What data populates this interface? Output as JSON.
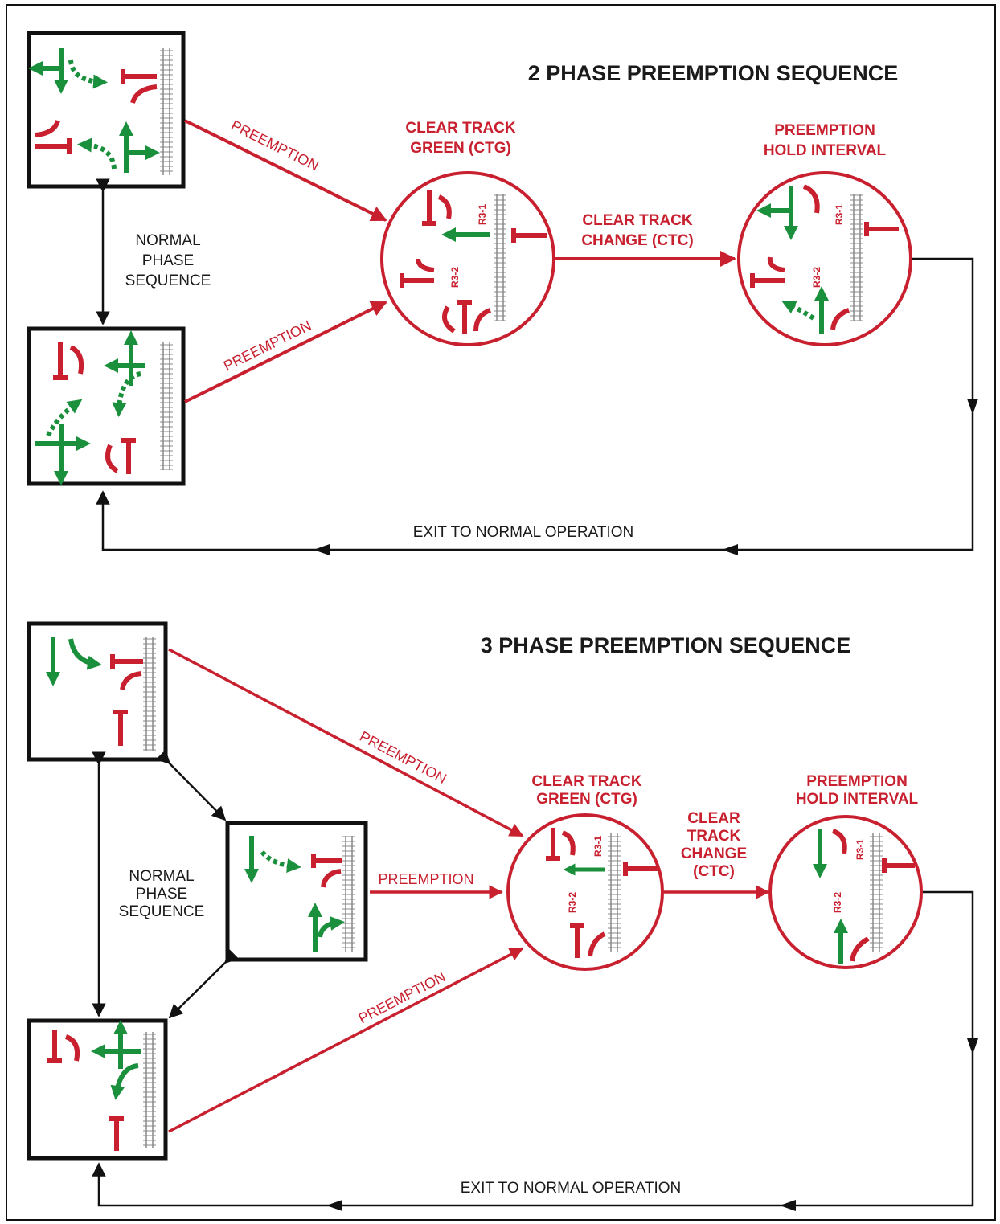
{
  "colors": {
    "red": "#c8202f",
    "green": "#1a8f3c",
    "black": "#111111",
    "rail": "#888888"
  },
  "top": {
    "title": "2 PHASE PREEMPTION SEQUENCE",
    "ctg_label_1": "CLEAR TRACK",
    "ctg_label_2": "GREEN (CTG)",
    "hold_label_1": "PREEMPTION",
    "hold_label_2": "HOLD INTERVAL",
    "ctc_label_1": "CLEAR TRACK",
    "ctc_label_2": "CHANGE (CTC)",
    "normal_1": "NORMAL",
    "normal_2": "PHASE",
    "normal_3": "SEQUENCE",
    "preemption_a": "PREEMPTION",
    "preemption_b": "PREEMPTION",
    "exit": "EXIT TO NORMAL OPERATION",
    "sign_r31": "R3-1",
    "sign_r32": "R3-2",
    "hold_sign_r31": "R3-1",
    "hold_sign_r32": "R3-2"
  },
  "bottom": {
    "title": "3 PHASE PREEMPTION SEQUENCE",
    "ctg_label_1": "CLEAR TRACK",
    "ctg_label_2": "GREEN (CTG)",
    "hold_label_1": "PREEMPTION",
    "hold_label_2": "HOLD INTERVAL",
    "ctc_label_1": "CLEAR",
    "ctc_label_2": "TRACK",
    "ctc_label_3": "CHANGE",
    "ctc_label_4": "(CTC)",
    "normal_1": "NORMAL",
    "normal_2": "PHASE",
    "normal_3": "SEQUENCE",
    "preemption_a": "PREEMPTION",
    "preemption_b": "PREEMPTION",
    "preemption_c": "PREEMPTION",
    "exit": "EXIT TO NORMAL OPERATION",
    "sign_r31": "R3-1",
    "sign_r32": "R3-2",
    "hold_sign_r31": "R3-1",
    "hold_sign_r32": "R3-2"
  }
}
